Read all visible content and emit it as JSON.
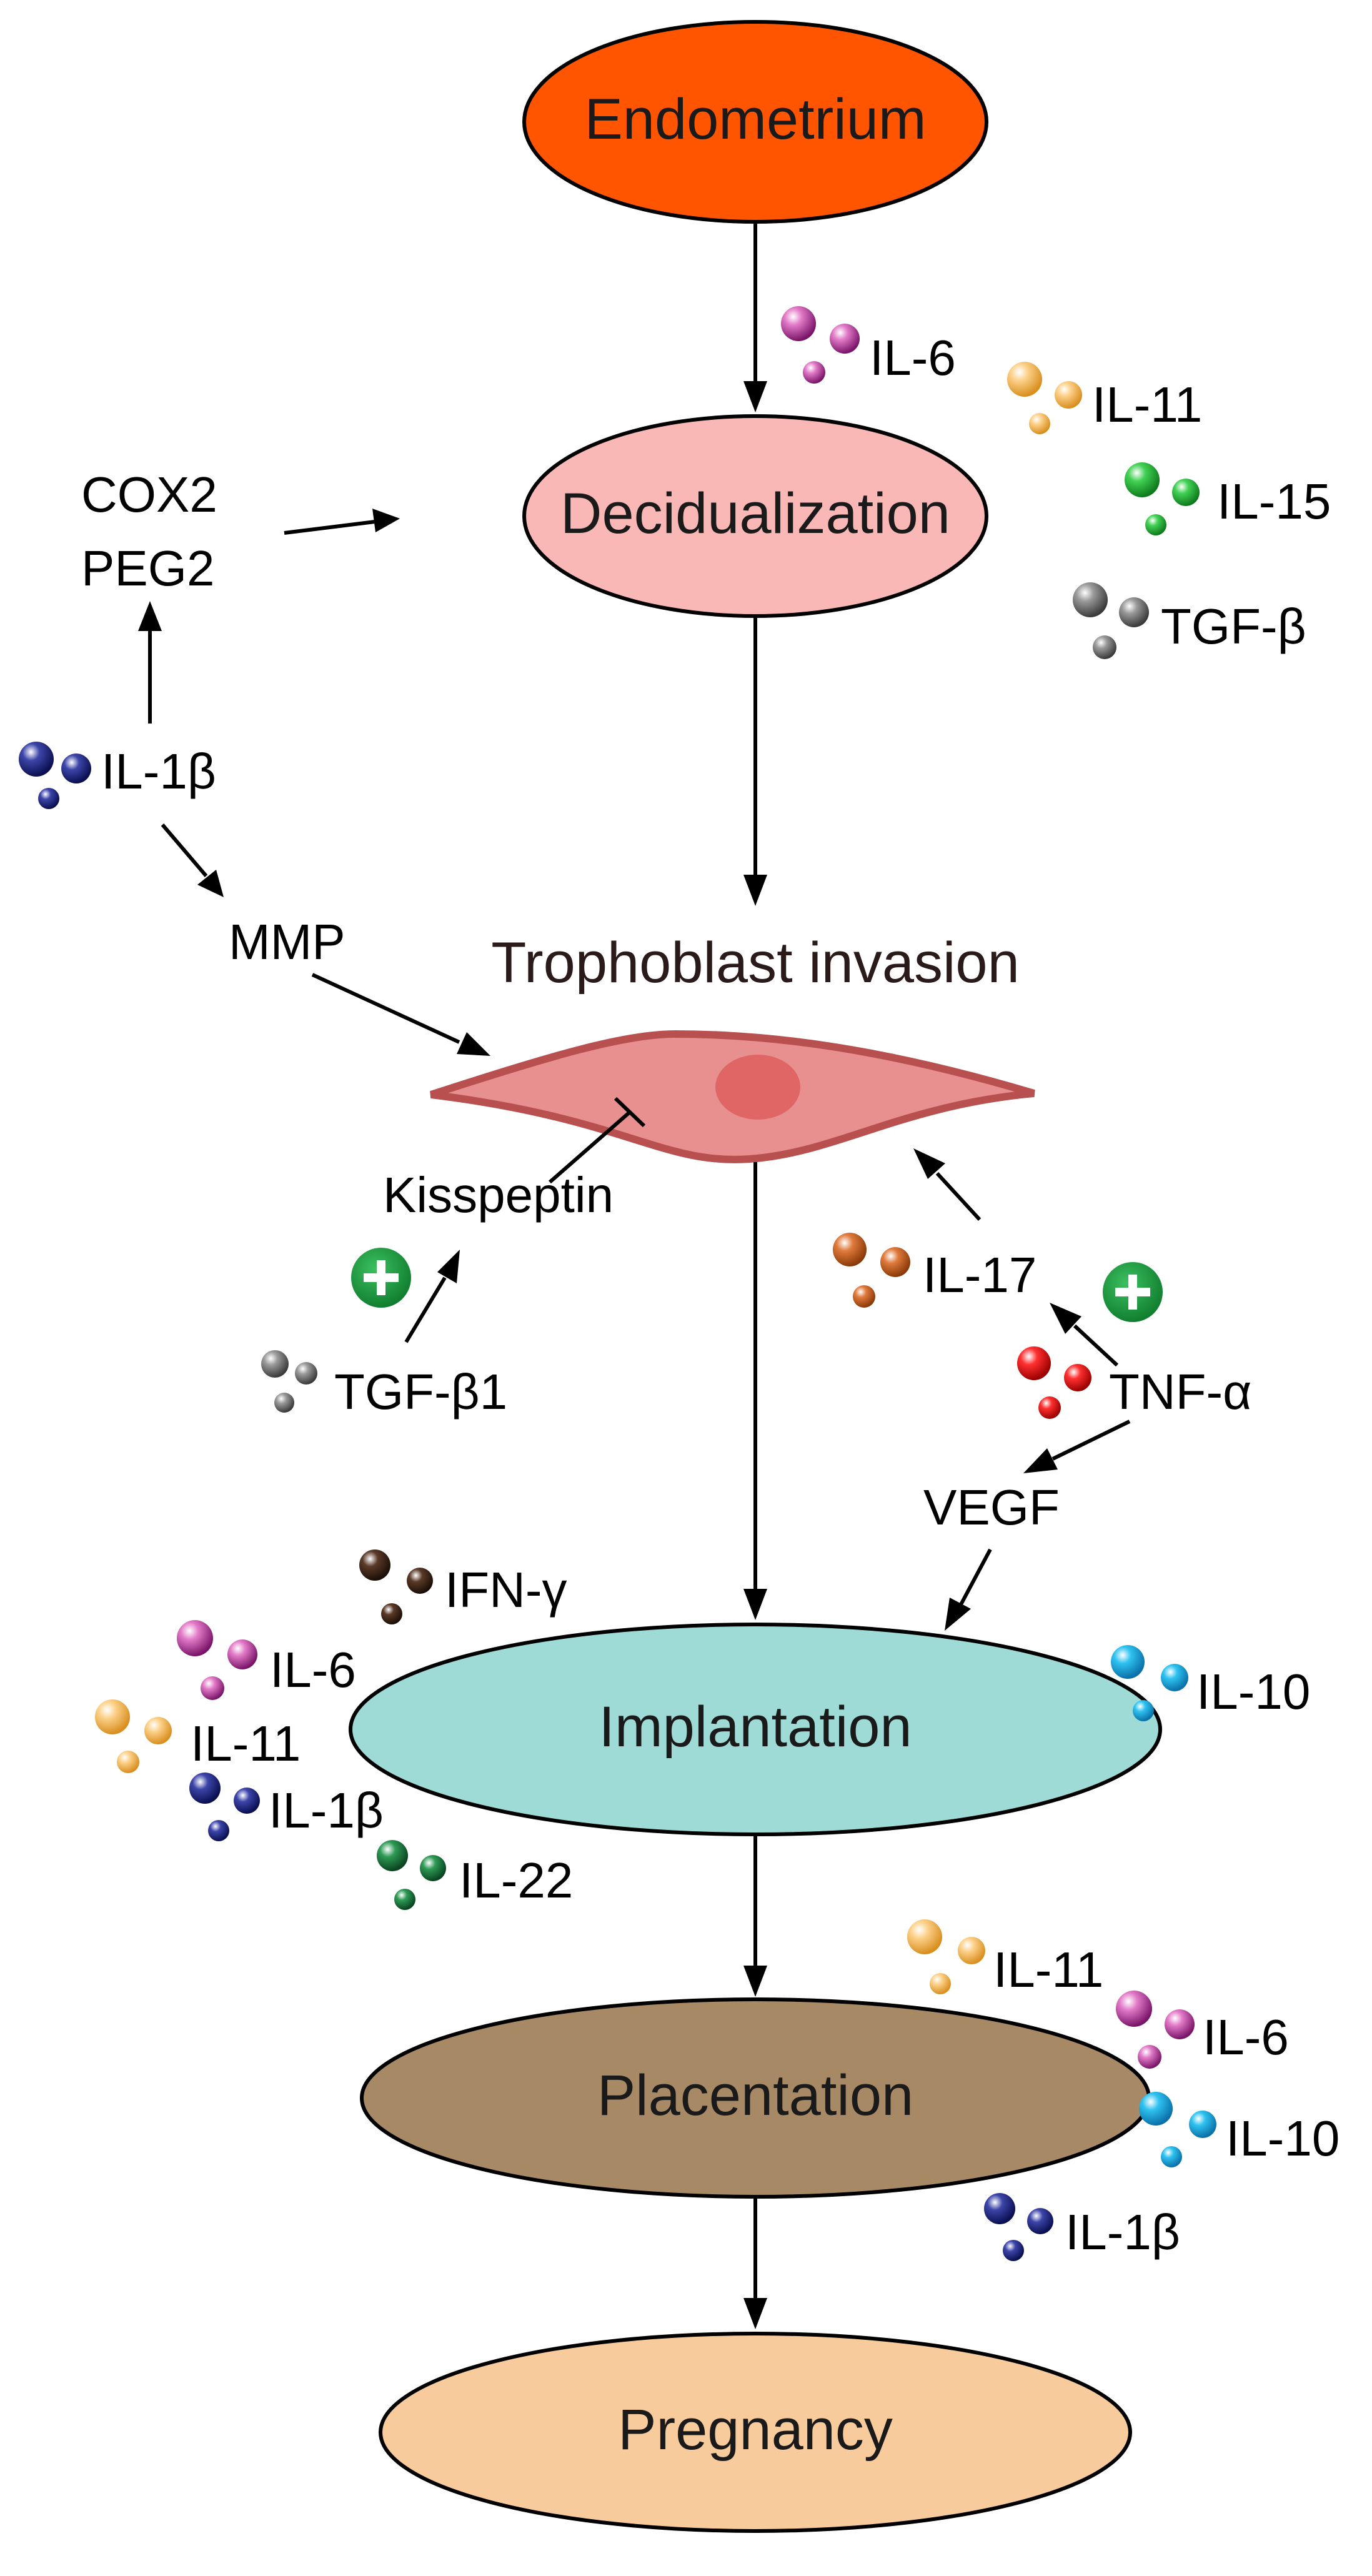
{
  "nodes": {
    "endometrium": "Endometrium",
    "decidualization": "Decidualization",
    "trophoblast": "Trophoblast invasion",
    "implantation": "Implantation",
    "placentation": "Placentation",
    "pregnancy": "Pregnancy"
  },
  "labels": {
    "cox2": "COX2",
    "peg2": "PEG2",
    "mmp": "MMP",
    "kisspeptin": "Kisspeptin",
    "vegf": "VEGF"
  },
  "cytokines": {
    "endo_il6": "IL-6",
    "endo_il11": "IL-11",
    "endo_il15": "IL-15",
    "endo_tgfb": "TGF-β",
    "il1b_left": "IL-1β",
    "tgfb1": "TGF-β1",
    "il17": "IL-17",
    "tnfa": "TNF-α",
    "ifng": "IFN-γ",
    "imp_il6": "IL-6",
    "imp_il11": "IL-11",
    "imp_il1b": "IL-1β",
    "imp_il22": "IL-22",
    "imp_il10": "IL-10",
    "pla_il11": "IL-11",
    "pla_il6": "IL-6",
    "pla_il10": "IL-10",
    "pla_il1b": "IL-1β"
  },
  "colors": {
    "endometrium": "#ff5500",
    "decidualization": "#f9b8b6",
    "trophoblast_cell": "#e89090",
    "trophoblast_nucleus": "#e06565",
    "implantation": "#9edbd6",
    "placentation": "#a88965",
    "pregnancy": "#f8cb9c",
    "plus_sign": "#1a9a3d"
  }
}
